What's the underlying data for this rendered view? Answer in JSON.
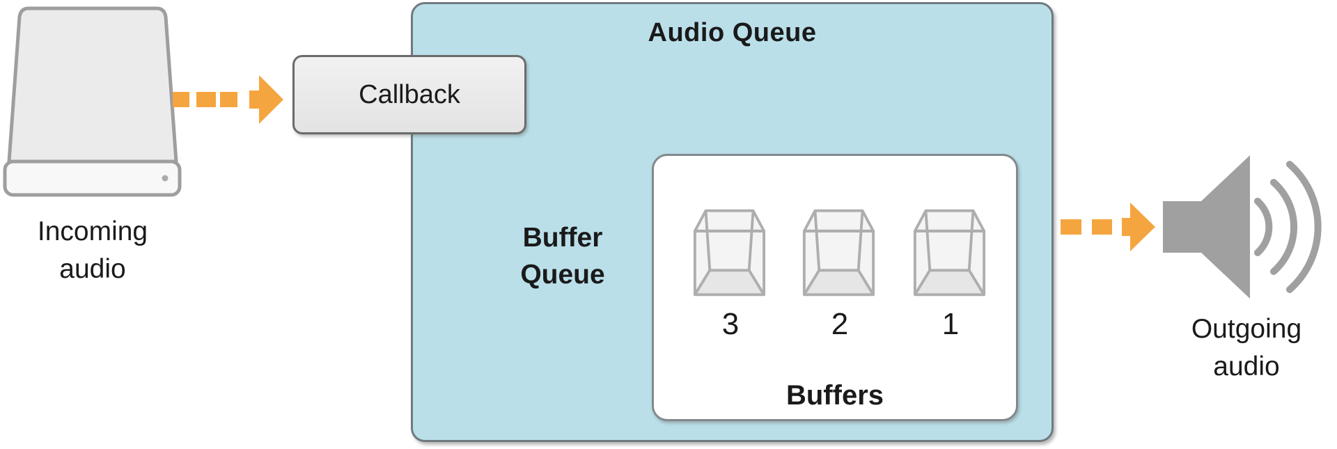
{
  "colors": {
    "arrow_orange": "#f5a540",
    "audio_queue_fill": "#badfe9",
    "icon_gray": "#a0a0a0",
    "node_fill_gray": "#ebebeb",
    "text_black": "#1a1a1a"
  },
  "diagram": {
    "source": {
      "lines": [
        "Incoming",
        "audio"
      ]
    },
    "callback": {
      "label": "Callback"
    },
    "audio_queue": {
      "title": "Audio Queue",
      "buffer_queue": {
        "label_lines": [
          "Buffer",
          "Queue"
        ],
        "buffers": {
          "label": "Buffers",
          "numbers": [
            "3",
            "2",
            "1"
          ]
        }
      }
    },
    "output": {
      "lines": [
        "Outgoing",
        "audio"
      ]
    }
  }
}
